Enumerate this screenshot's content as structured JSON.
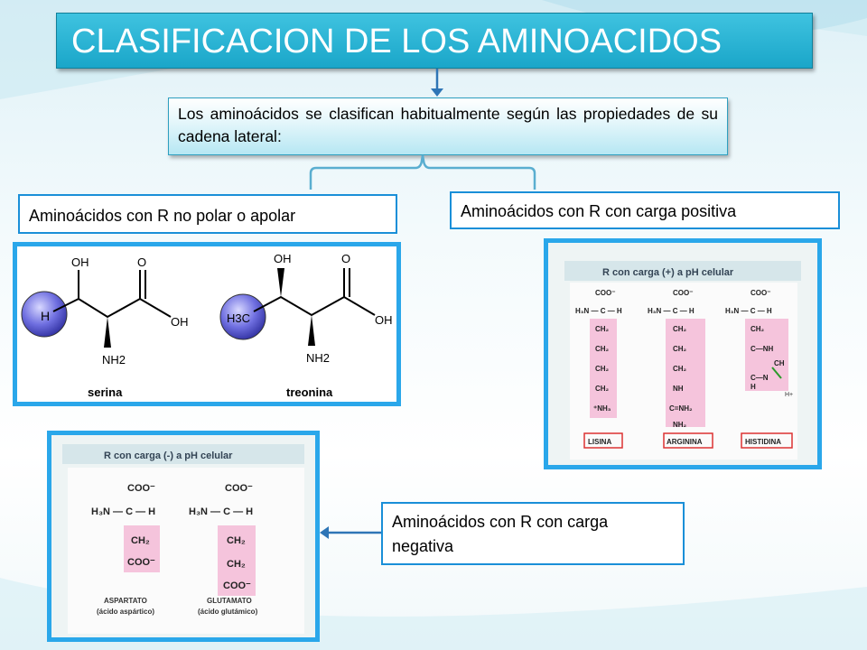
{
  "title": "CLASIFICACION DE LOS AMINOACIDOS",
  "intro": "Los aminoácidos se clasifican habitualmente según las propiedades de su cadena lateral:",
  "categories": {
    "nonpolar": "Aminoácidos con R no polar o apolar",
    "positive": "Aminoácidos con R con carga positiva",
    "negative": "Aminoácidos con R con carga negativa"
  },
  "nonpolar_panel": {
    "molecules": [
      {
        "name": "serina",
        "r_group": "H",
        "oh_top": "OH",
        "o": "O",
        "oh_right": "OH",
        "amine": "NH2"
      },
      {
        "name": "treonina",
        "r_group": "H3C",
        "oh_top": "OH",
        "o": "O",
        "oh_right": "OH",
        "amine": "NH2"
      }
    ]
  },
  "positive_panel": {
    "header": "R  con  carga  (+)  a  pH  celular",
    "labels": [
      "LISINA",
      "ARGININA",
      "HISTIDINA"
    ],
    "proton": "H+"
  },
  "negative_panel": {
    "header": "R  con  carga  (-)  a  pH  celular",
    "labels": [
      {
        "name": "ASPARTATO",
        "sub": "(ácido aspártico)"
      },
      {
        "name": "GLUTAMATO",
        "sub": "(ácido glutámico)"
      }
    ]
  }
}
